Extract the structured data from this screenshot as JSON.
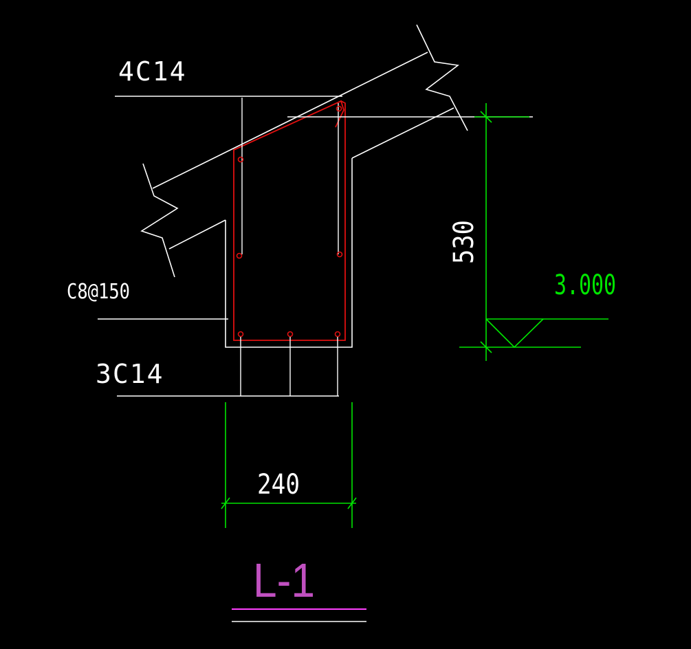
{
  "colors": {
    "background": "#000000",
    "outline": "#ffffff",
    "rebar": "#e01010",
    "dimension": "#00e600",
    "title": "#c050c0",
    "title_underline": "#ff40ff",
    "text": "#ffffff",
    "elevation": "#00e600"
  },
  "labels": {
    "top_rebar": "4C14",
    "stirrup": "C8@150",
    "bottom_rebar": "3C14",
    "width_dim": "240",
    "height_dim": "530",
    "elevation": "3.000",
    "section_title": "L-1"
  }
}
